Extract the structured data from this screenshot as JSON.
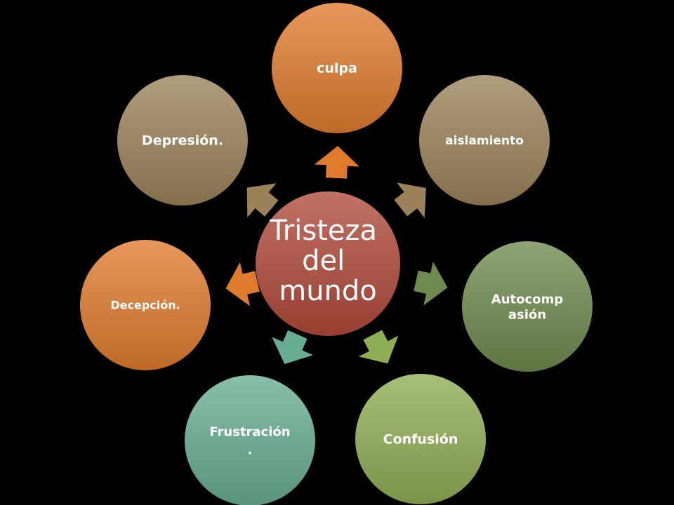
{
  "center": {
    "lines": [
      "Tristeza",
      "del",
      "mundo"
    ],
    "color": "#b04a3a"
  },
  "nodes": [
    {
      "id": "culpa",
      "lines": [
        "culpa"
      ],
      "color": "#e07b2e"
    },
    {
      "id": "aislamiento",
      "lines": [
        "aislamiento"
      ],
      "color": "#9b8259"
    },
    {
      "id": "autocompasion",
      "lines": [
        "Autocomp",
        "asión"
      ],
      "color": "#6f8a4e"
    },
    {
      "id": "confusion",
      "lines": [
        "Confusión"
      ],
      "color": "#8fad55"
    },
    {
      "id": "frustracion",
      "lines": [
        "Frustración",
        "."
      ],
      "color": "#67ad92"
    },
    {
      "id": "decepcion",
      "lines": [
        "Decepción."
      ],
      "color": "#e07b2e"
    },
    {
      "id": "depresion",
      "lines": [
        "Depresión."
      ],
      "color": "#9b8259"
    }
  ]
}
